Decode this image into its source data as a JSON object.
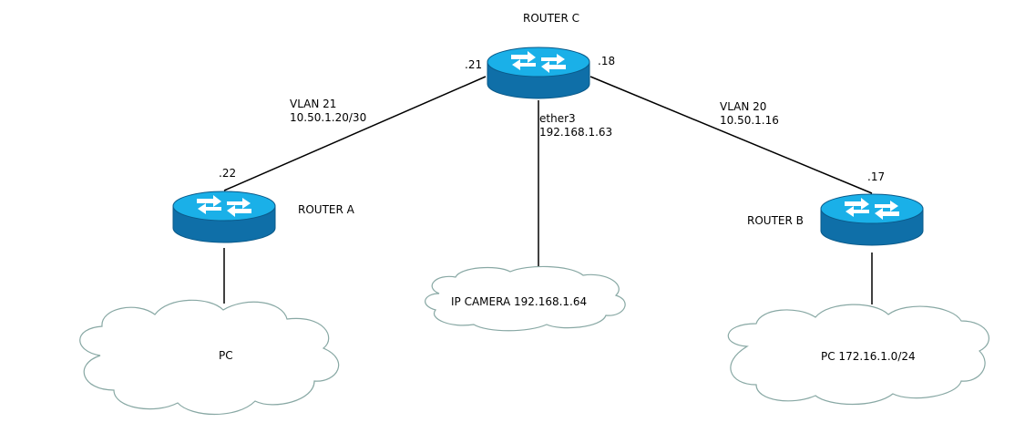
{
  "routers": {
    "c": {
      "name": "ROUTER C",
      "port_left": ".21",
      "port_right": ".18",
      "port_down": "ether3",
      "port_down_ip": "192.168.1.63"
    },
    "a": {
      "name": "ROUTER A",
      "port": ".22"
    },
    "b": {
      "name": "ROUTER B",
      "port": ".17"
    }
  },
  "links": {
    "vlan21": {
      "name": "VLAN 21",
      "subnet": "10.50.1.20/30"
    },
    "vlan20": {
      "name": "VLAN 20",
      "subnet": "10.50.1.16"
    }
  },
  "clouds": {
    "pc_a": "PC",
    "camera": "IP CAMERA 192.168.1.64",
    "pc_b": "PC 172.16.1.0/24"
  },
  "colors": {
    "router_top": "#1ab0e8",
    "router_side": "#0f6fa8",
    "router_edge": "#0a5a8a",
    "arrow": "#ffffff",
    "cloud_stroke": "#88a8a4",
    "line": "#000000"
  },
  "icons": {
    "router": "router-icon",
    "cloud": "cloud-icon"
  }
}
